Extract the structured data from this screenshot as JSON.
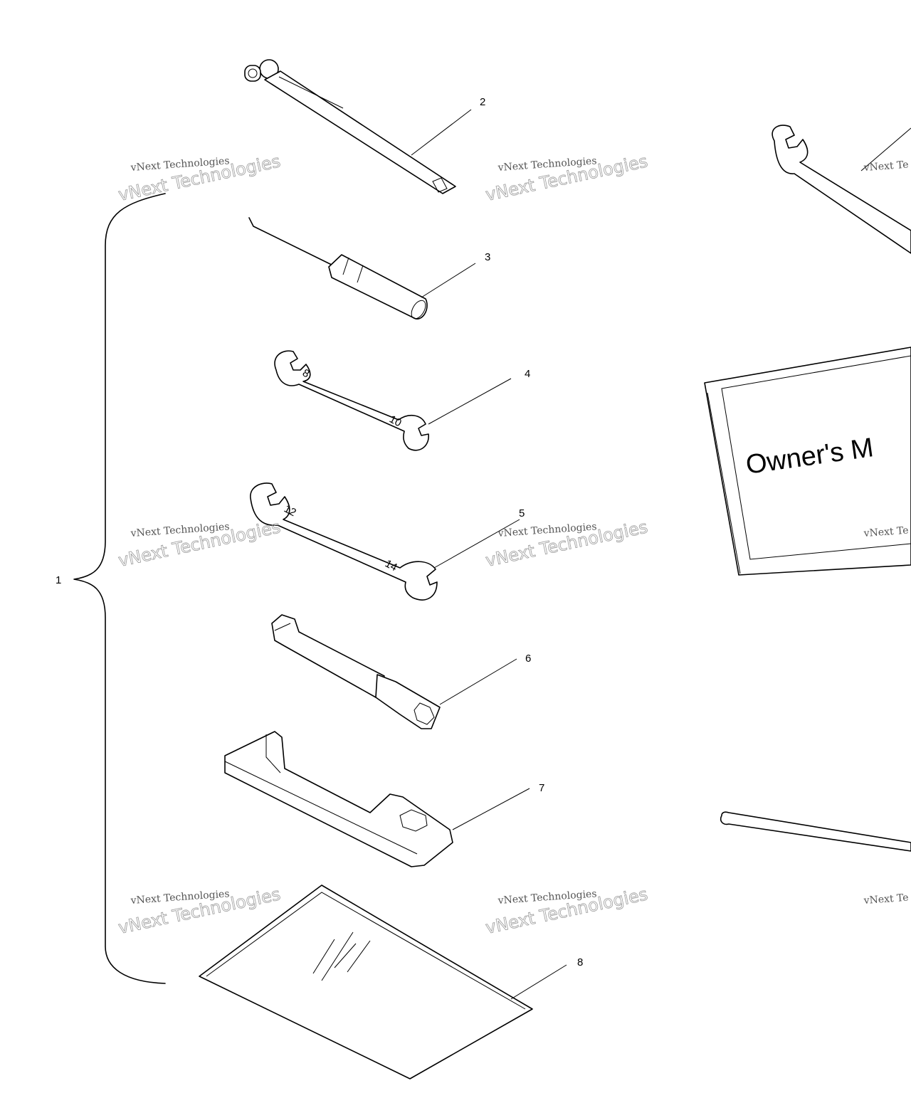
{
  "callouts": [
    {
      "id": "1",
      "label": "1"
    },
    {
      "id": "2",
      "label": "2"
    },
    {
      "id": "3",
      "label": "3"
    },
    {
      "id": "4",
      "label": "4"
    },
    {
      "id": "5",
      "label": "5"
    },
    {
      "id": "6",
      "label": "6"
    },
    {
      "id": "7",
      "label": "7"
    },
    {
      "id": "8",
      "label": "8"
    }
  ],
  "wrench_marks": {
    "small_a": "8",
    "small_b": "10",
    "large_a": "12",
    "large_b": "14"
  },
  "manual": {
    "title": "Owner's M"
  },
  "watermark": {
    "line1": "vNext Technologies",
    "line2": "vNext Technologies",
    "partial": "vNext Te"
  }
}
